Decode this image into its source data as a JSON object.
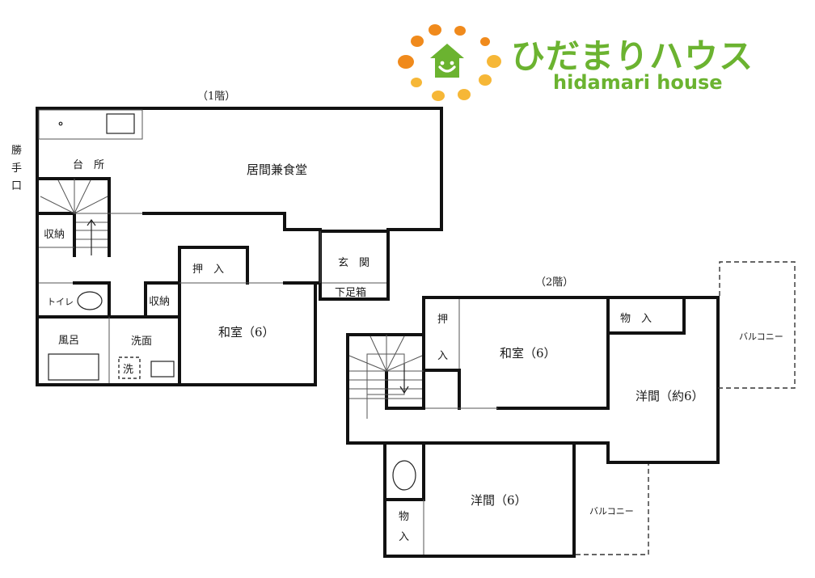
{
  "logo": {
    "name_jp": "ひだまりハウス",
    "name_en": "hidamari house",
    "colors": {
      "green": "#6bb330",
      "orange": "#f08a1c",
      "yellow": "#f6b737"
    }
  },
  "floor1": {
    "title": "（1階）",
    "side_entrance": [
      "勝",
      "手",
      "口"
    ],
    "rooms": {
      "kitchen": "台　所",
      "living_dining": "居間兼食堂",
      "storage_left": "収納",
      "toilet": "トイレ",
      "storage_mid": "収納",
      "closet": "押　入",
      "entrance": "玄　関",
      "shoe_box": "下足箱",
      "japanese_room": "和室（6）",
      "bath": "風呂",
      "washroom": "洗面",
      "washer": "洗"
    }
  },
  "floor2": {
    "title": "（2階）",
    "rooms": {
      "closet_top": "押",
      "closet_bottom": "入",
      "japanese_room": "和室（6）",
      "storage_top": "物　入",
      "western_room_large": "洋間（約6）",
      "balcony_right": "バルコニー",
      "western_room": "洋間（6）",
      "storage_bottom_top": "物",
      "storage_bottom_bottom": "入",
      "balcony_bottom": "バルコニー"
    }
  }
}
